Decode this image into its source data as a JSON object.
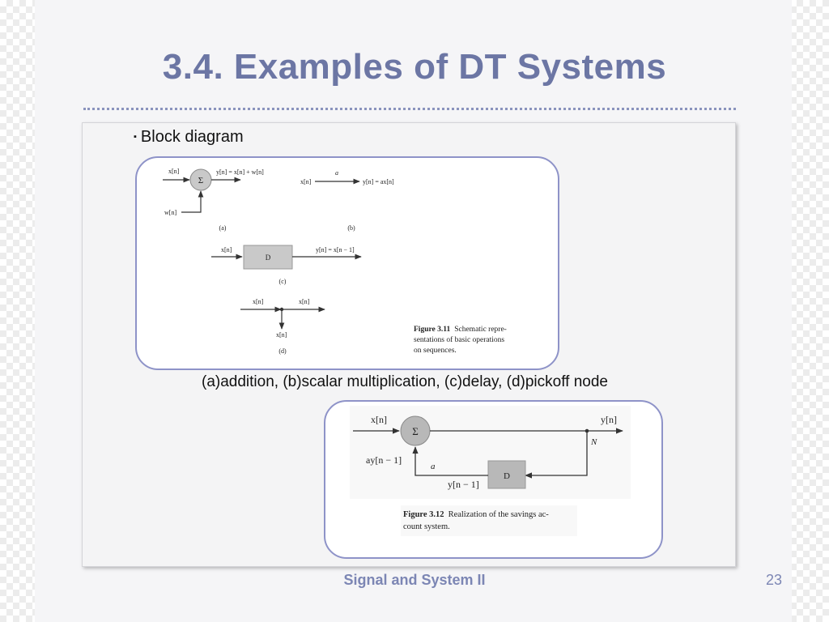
{
  "slide": {
    "title": "3.4. Examples of DT Systems",
    "bullet_mark": "▪",
    "bullet": "Block diagram",
    "caption": "(a)addition, (b)scalar multiplication, (c)delay, (d)pickoff node",
    "footer": "Signal and System II",
    "page_number": "23"
  },
  "figure_311": {
    "a": {
      "input_top": "x[n]",
      "input_bottom": "w[n]",
      "sum_symbol": "Σ",
      "output": "y[n] = x[n] + w[n]",
      "label": "(a)"
    },
    "b": {
      "gain": "a",
      "input": "x[n]",
      "output": "y[n] = ax[n]",
      "label": "(b)"
    },
    "c": {
      "input": "x[n]",
      "block": "D",
      "output": "y[n] = x[n − 1]",
      "label": "(c)"
    },
    "d": {
      "input": "x[n]",
      "output_right": "x[n]",
      "output_down": "x[n]",
      "label": "(d)"
    },
    "caption_bold": "Figure 3.11",
    "caption_line1": "Schematic repre-",
    "caption_line2": "sentations of basic operations",
    "caption_line3": "on sequences."
  },
  "figure_312": {
    "input": "x[n]",
    "sum_symbol": "Σ",
    "output": "y[n]",
    "node": "N",
    "feedback": "ay[n − 1]",
    "gain": "a",
    "block": "D",
    "delayed": "y[n − 1]",
    "caption_bold": "Figure 3.12",
    "caption_line1": "Realization of the savings ac-",
    "caption_line2": "count system."
  }
}
